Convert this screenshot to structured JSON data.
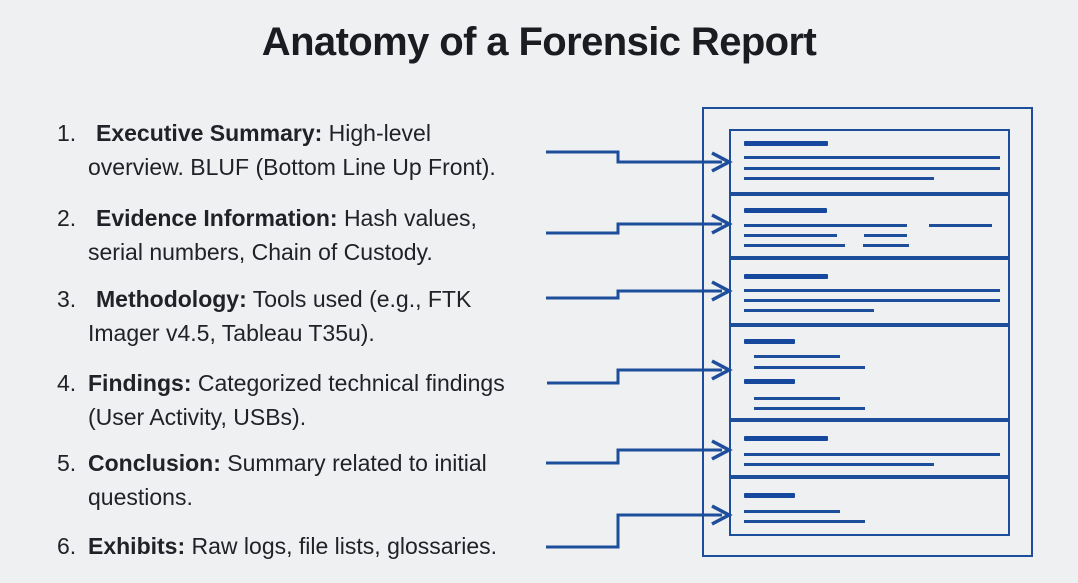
{
  "title": "Anatomy of a Forensic Report",
  "colors": {
    "background": "#eef0f2",
    "text": "#212228",
    "accent_blue": "#1d4e9b",
    "heading_bar_blue": "#16489e"
  },
  "list": {
    "items": [
      {
        "number": "1.",
        "term": "Executive Summary:",
        "desc_first": "High-level",
        "desc_rest": "overview. BLUF (Bottom Line Up Front)."
      },
      {
        "number": "2.",
        "term": "Evidence Information:",
        "desc_first": "Hash values,",
        "desc_rest": "serial numbers, Chain of Custody."
      },
      {
        "number": "3.",
        "term": "Methodology:",
        "desc_first": "Tools used (e.g., FTK",
        "desc_rest": "Imager v4.5, Tableau T35u)."
      },
      {
        "number": "4.",
        "term": "Findings:",
        "desc_first": "Categorized technical findings",
        "desc_rest": "(User Activity, USBs)."
      },
      {
        "number": "5.",
        "term": "Conclusion:",
        "desc_first": "Summary related to initial",
        "desc_rest": "questions."
      },
      {
        "number": "6.",
        "term": "Exhibits:",
        "desc_first": "Raw logs, file lists, glossaries.",
        "desc_rest": ""
      }
    ]
  },
  "document": {
    "sections": [
      {
        "id": "executive-summary"
      },
      {
        "id": "evidence-information"
      },
      {
        "id": "methodology"
      },
      {
        "id": "findings"
      },
      {
        "id": "conclusion"
      },
      {
        "id": "exhibits"
      }
    ]
  }
}
